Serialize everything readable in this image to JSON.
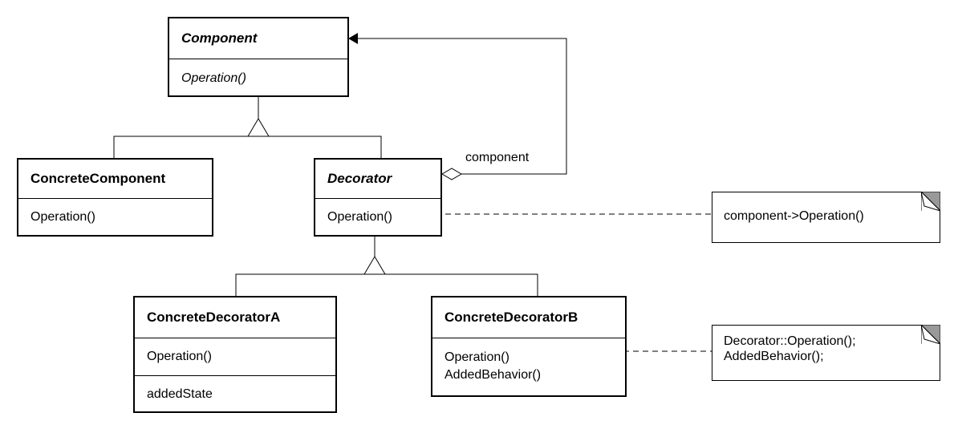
{
  "classes": {
    "component": {
      "name": "Component",
      "operations": [
        "Operation()"
      ]
    },
    "concrete_component": {
      "name": "ConcreteComponent",
      "operations": [
        "Operation()"
      ]
    },
    "decorator": {
      "name": "Decorator",
      "operations": [
        "Operation()"
      ]
    },
    "concrete_decorator_a": {
      "name": "ConcreteDecoratorA",
      "operations": [
        "Operation()"
      ],
      "attributes": [
        "addedState"
      ]
    },
    "concrete_decorator_b": {
      "name": "ConcreteDecoratorB",
      "operations": [
        "Operation()",
        "AddedBehavior()"
      ]
    }
  },
  "association_label": "component",
  "notes": {
    "decorator_note": [
      "component->Operation()"
    ],
    "decorator_b_note": [
      "Decorator::Operation();",
      "AddedBehavior();"
    ]
  }
}
